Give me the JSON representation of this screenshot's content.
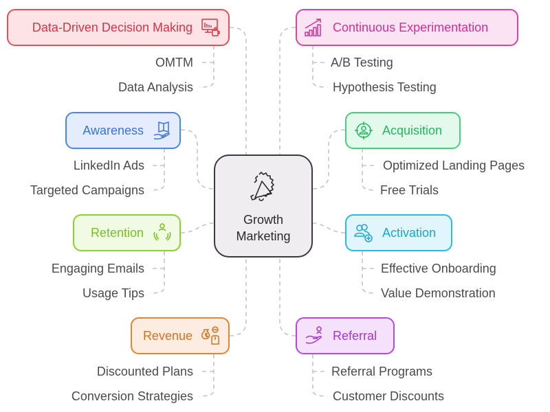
{
  "diagram": {
    "title": "Growth Marketing",
    "center": {
      "label_line1": "Growth",
      "label_line2": "Marketing",
      "icon": "megaphone-icon"
    },
    "branches": [
      {
        "id": "ddd",
        "label": "Data-Driven Decision Making",
        "icon": "analytics-monitor-icon",
        "color": "#e0505e",
        "children": [
          "OMTM",
          "Data Analysis"
        ]
      },
      {
        "id": "ce",
        "label": "Continuous Experimentation",
        "icon": "growth-chart-icon",
        "color": "#d9459f",
        "children": [
          "A/B Testing",
          "Hypothesis Testing"
        ]
      },
      {
        "id": "aw",
        "label": "Awareness",
        "icon": "book-in-hand-icon",
        "color": "#4a86e8",
        "children": [
          "LinkedIn Ads",
          "Targeted Campaigns"
        ]
      },
      {
        "id": "aq",
        "label": "Acquisition",
        "icon": "target-user-icon",
        "color": "#3fd27a",
        "children": [
          "Optimized Landing Pages",
          "Free Trials"
        ]
      },
      {
        "id": "re",
        "label": "Retention",
        "icon": "user-in-hands-icon",
        "color": "#8ad22f",
        "children": [
          "Engaging Emails",
          "Usage Tips"
        ]
      },
      {
        "id": "ac",
        "label": "Activation",
        "icon": "add-users-icon",
        "color": "#29b9e6",
        "children": [
          "Effective Onboarding",
          "Value Demonstration"
        ]
      },
      {
        "id": "rv",
        "label": "Revenue",
        "icon": "money-bag-person-icon",
        "color": "#e48432",
        "children": [
          "Discounted Plans",
          "Conversion Strategies"
        ]
      },
      {
        "id": "rf",
        "label": "Referral",
        "icon": "referral-hand-icon",
        "color": "#b24be0",
        "children": [
          "Referral Programs",
          "Customer Discounts"
        ]
      }
    ]
  }
}
